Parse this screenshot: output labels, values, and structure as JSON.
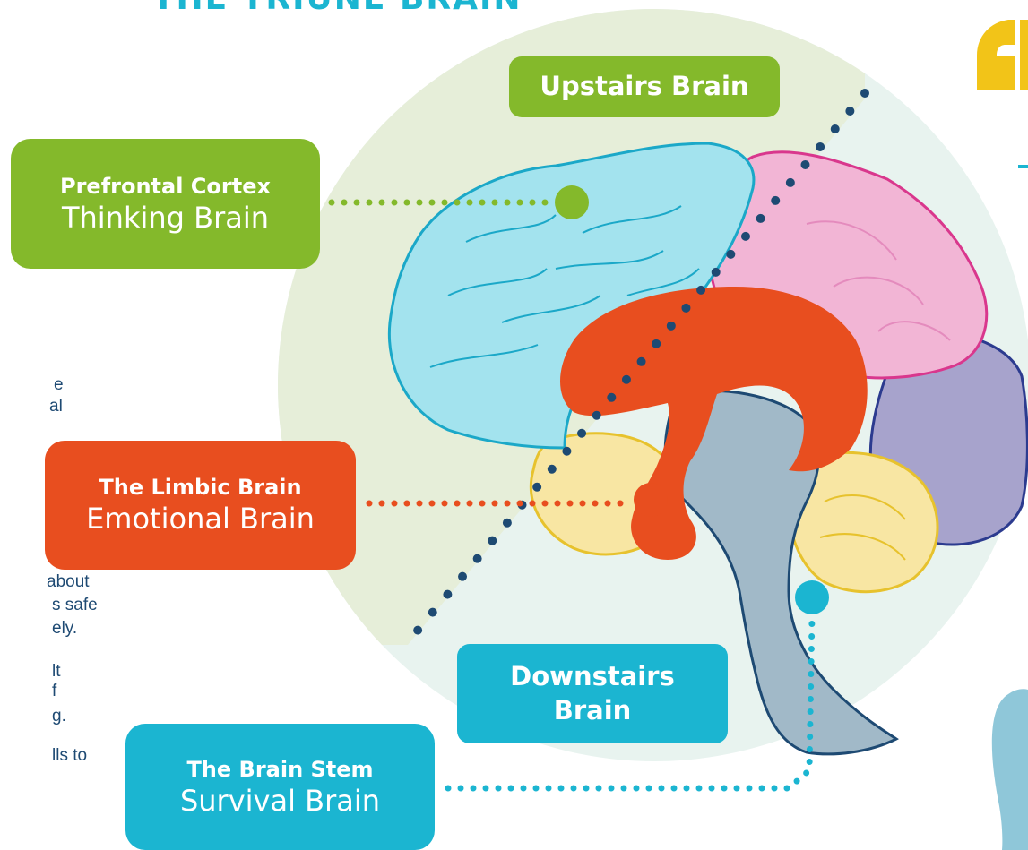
{
  "title": "THE TRIUNE BRAIN",
  "labels": {
    "prefrontal": {
      "sub": "Prefrontal Cortex",
      "main": "Thinking Brain"
    },
    "limbic": {
      "sub": "The Limbic Brain",
      "main": "Emotional Brain"
    },
    "stem": {
      "sub": "The Brain Stem",
      "main": "Survival Brain"
    }
  },
  "tags": {
    "upstairs": "Upstairs Brain",
    "downstairs_line1": "Downstairs",
    "downstairs_line2": "Brain"
  },
  "left_text_fragments": [
    "e",
    "al",
    "about",
    "s safe",
    "ely.",
    "lt",
    "f",
    "g.",
    "lls to"
  ],
  "colors": {
    "green": "#84b92b",
    "red": "#e84e1f",
    "teal": "#1bb5d1",
    "navy": "#1e4a73",
    "cortex_blue": "#a3e3ee",
    "parietal_pink": "#f2b5d5",
    "occipital_purple": "#a7a3cc",
    "cerebellum_yellow": "#f8e6a3",
    "stem_gray": "#a1b9c8",
    "quote_yellow": "#f2c418"
  }
}
